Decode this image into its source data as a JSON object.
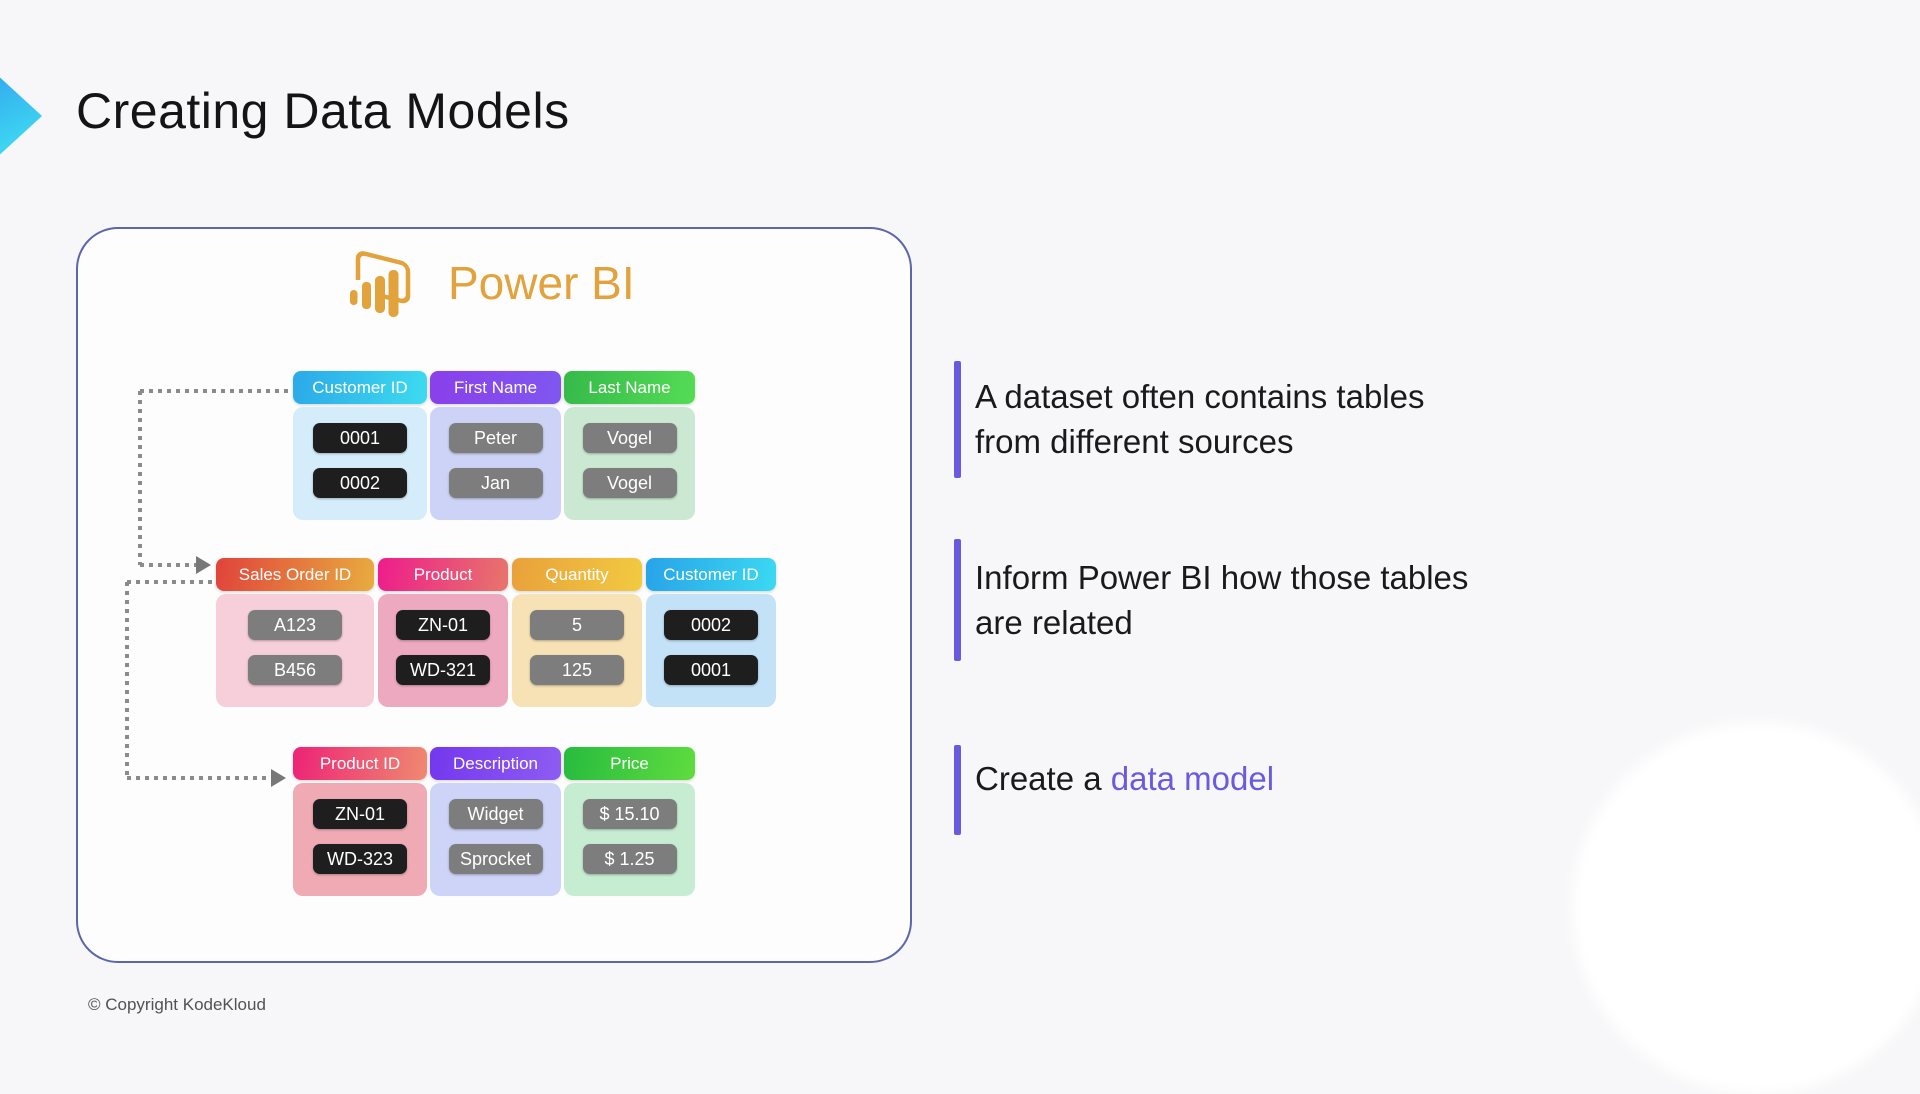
{
  "slide": {
    "title": "Creating Data Models",
    "copyright": "© Copyright KodeKloud",
    "background_color": "#f7f7f9",
    "accent_color": "#6a5ae0",
    "box_border_color": "#5b66ab",
    "connector_color": "#8b8b8b",
    "icons": {
      "title_icon": "title-chevron-icon",
      "logo_icon": "power-bi-icon"
    }
  },
  "diagram": {
    "logo": {
      "text": "Power BI",
      "color": "#e2a23c"
    },
    "tables": [
      {
        "name": "customer-table",
        "columns": [
          {
            "header": "Customer ID",
            "header_gradient": [
              "#2ba9e8",
              "#3ddbf0"
            ],
            "body_bg": "#d5edfb",
            "cell_style": "dark",
            "cells": [
              "0001",
              "0002"
            ]
          },
          {
            "header": "First Name",
            "header_gradient": [
              "#8a3fea",
              "#7f57f0"
            ],
            "body_bg": "#cdd3f6",
            "cell_style": "gray",
            "cells": [
              "Peter",
              "Jan"
            ]
          },
          {
            "header": "Last Name",
            "header_gradient": [
              "#35b94a",
              "#55dc55"
            ],
            "body_bg": "#cbe9d2",
            "cell_style": "gray",
            "cells": [
              "Vogel",
              "Vogel"
            ]
          }
        ]
      },
      {
        "name": "sales-order-table",
        "columns": [
          {
            "header": "Sales Order ID",
            "header_gradient": [
              "#e0433c",
              "#e9ac3e"
            ],
            "body_bg": "#f7cfda",
            "cell_style": "gray",
            "cells": [
              "A123",
              "B456"
            ]
          },
          {
            "header": "Product",
            "header_gradient": [
              "#ee1c8c",
              "#e7766b"
            ],
            "body_bg": "#eca9bf",
            "cell_style": "dark",
            "cells": [
              "ZN-01",
              "WD-321"
            ]
          },
          {
            "header": "Quantity",
            "header_gradient": [
              "#e9a13b",
              "#f2ca41"
            ],
            "body_bg": "#f6e2b4",
            "cell_style": "gray",
            "cells": [
              "5",
              "125"
            ]
          },
          {
            "header": "Customer ID",
            "header_gradient": [
              "#28a3e8",
              "#3bd9f2"
            ],
            "body_bg": "#c3e1f7",
            "cell_style": "dark",
            "cells": [
              "0002",
              "0001"
            ]
          }
        ]
      },
      {
        "name": "product-table",
        "columns": [
          {
            "header": "Product ID",
            "header_gradient": [
              "#ed2277",
              "#ef8a70"
            ],
            "body_bg": "#efaab4",
            "cell_style": "dark",
            "cells": [
              "ZN-01",
              "WD-323"
            ]
          },
          {
            "header": "Description",
            "header_gradient": [
              "#7437ee",
              "#8e5cf2"
            ],
            "body_bg": "#cdd4f8",
            "cell_style": "gray",
            "cells": [
              "Widget",
              "Sprocket"
            ]
          },
          {
            "header": "Price",
            "header_gradient": [
              "#27bb3f",
              "#5fdc3f"
            ],
            "body_bg": "#c6edd2",
            "cell_style": "gray",
            "cells": [
              "$ 15.10",
              "$ 1.25"
            ]
          }
        ]
      }
    ]
  },
  "bullets": [
    {
      "lines": [
        "A dataset often contains tables",
        "from different sources"
      ]
    },
    {
      "lines": [
        "Inform Power BI how those tables",
        "are related"
      ]
    },
    {
      "prefix": "Create a ",
      "highlight": "data model"
    }
  ]
}
